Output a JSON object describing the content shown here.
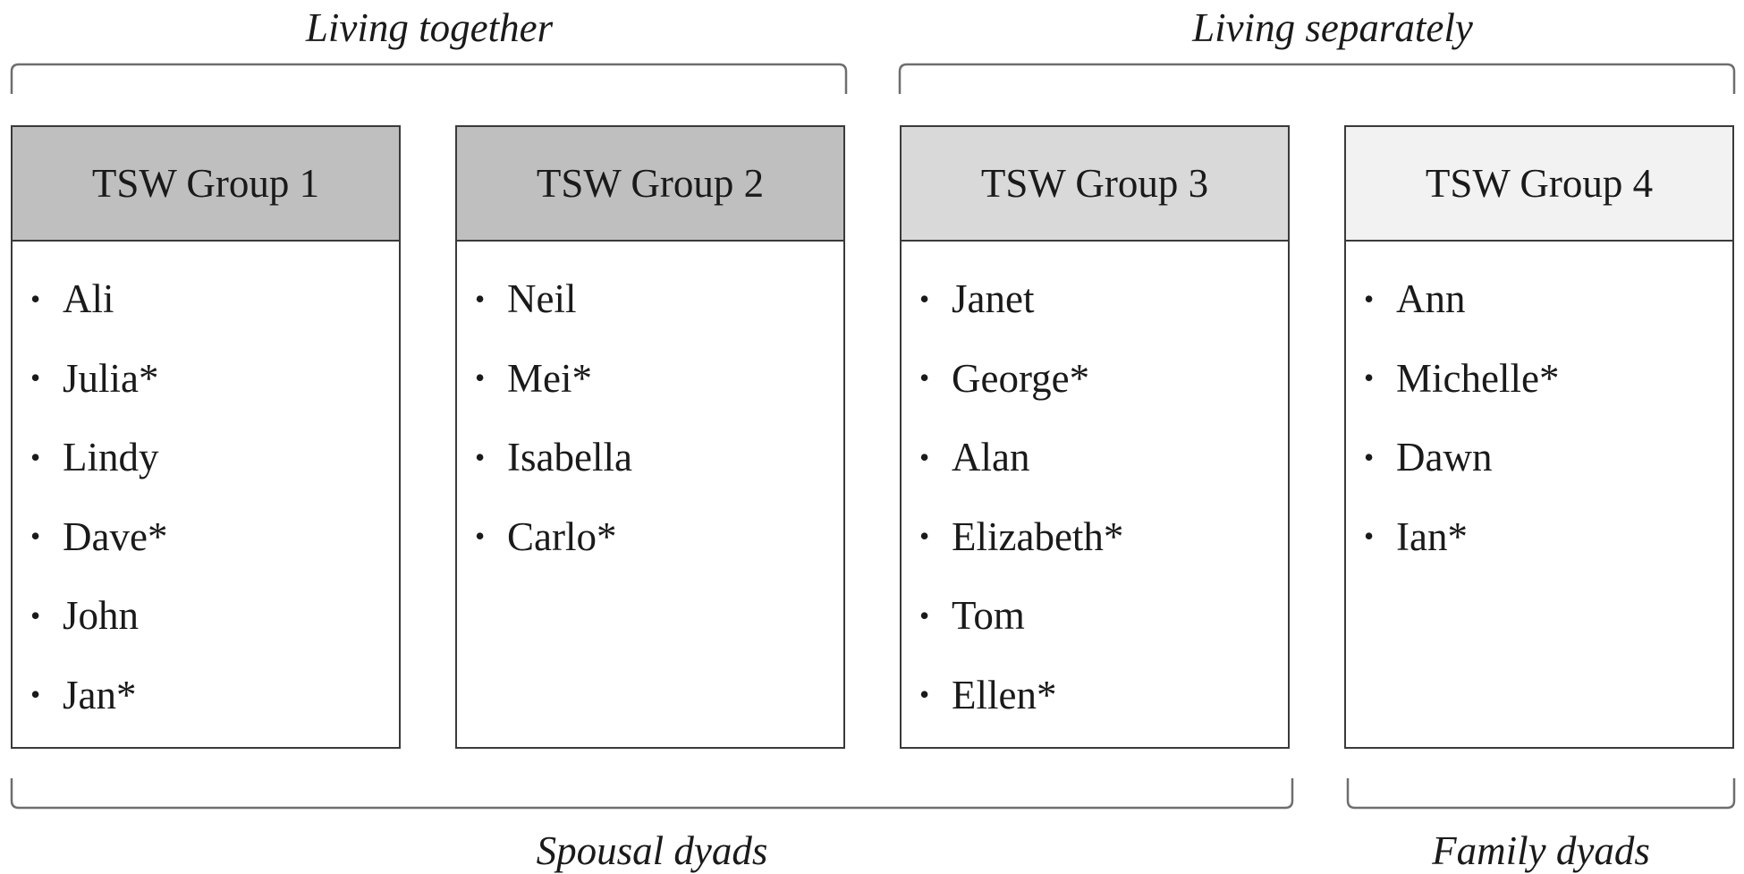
{
  "top_groups": [
    {
      "label": "Living together"
    },
    {
      "label": "Living separately"
    }
  ],
  "bottom_groups": [
    {
      "label": "Spousal dyads"
    },
    {
      "label": "Family dyads"
    }
  ],
  "boxes": [
    {
      "title": "TSW Group 1",
      "header_color": "#bfbfbf",
      "members": [
        "Ali",
        "Julia*",
        "Lindy",
        "Dave*",
        "John",
        "Jan*"
      ]
    },
    {
      "title": "TSW Group 2",
      "header_color": "#bfbfbf",
      "members": [
        "Neil",
        "Mei*",
        "Isabella",
        "Carlo*"
      ]
    },
    {
      "title": "TSW Group 3",
      "header_color": "#d9d9d9",
      "members": [
        "Janet",
        "George*",
        "Alan",
        "Elizabeth*",
        "Tom",
        "Ellen*"
      ]
    },
    {
      "title": "TSW Group 4",
      "header_color": "#f2f2f2",
      "members": [
        "Ann",
        "Michelle*",
        "Dawn",
        "Ian*"
      ]
    }
  ]
}
